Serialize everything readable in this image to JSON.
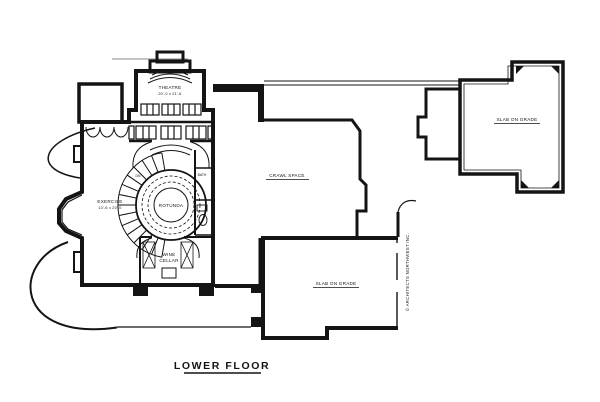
{
  "drawing": {
    "title": "LOWER FLOOR",
    "copyright": "© ARCHITECTS NORTHWEST INC.",
    "labels": {
      "theatre_name": "THEATRE",
      "theatre_dims": "20'-0 x 21'-6",
      "exercise_name": "EXERCISE",
      "exercise_dims": "13'-6 x 20'-0",
      "rotunda_name": "ROTUNDA",
      "stair_dn": "DN",
      "bath_name": "BATH",
      "wine_line1": "WINE",
      "wine_line2": "CELLAR",
      "crawl_space": "CRAWL SPACE",
      "slab_right": "SLAB ON GRADE",
      "slab_lower": "SLAB ON GRADE"
    },
    "colors": {
      "ink": "#141414",
      "paper": "#ffffff"
    }
  }
}
